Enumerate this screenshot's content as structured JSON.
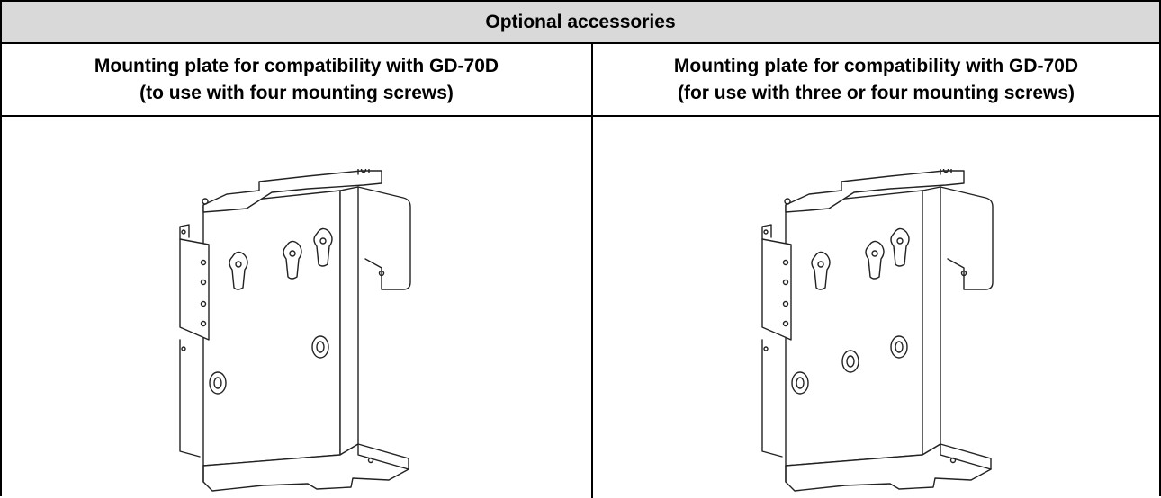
{
  "table": {
    "title": "Optional accessories",
    "columns": [
      {
        "heading_line1": "Mounting plate for compatibility with GD-70D",
        "heading_line2": "(to use with four mounting screws)"
      },
      {
        "heading_line1": "Mounting plate for compatibility with GD-70D",
        "heading_line2": "(for use with three or four mounting screws)"
      }
    ]
  }
}
